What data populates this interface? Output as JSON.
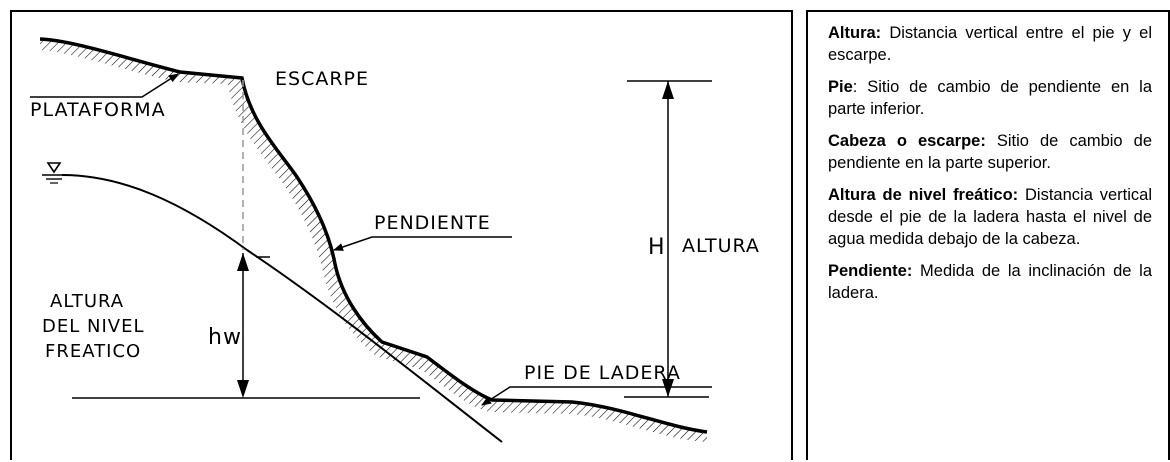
{
  "diagram": {
    "labels": {
      "escarpe": "ESCARPE",
      "plataforma": "PLATAFORMA",
      "pendiente": "PENDIENTE",
      "h": "H",
      "altura": "ALTURA",
      "altura_nivel_1": "ALTURA",
      "altura_nivel_2": "DEL NIVEL",
      "altura_nivel_3": "FREATICO",
      "hw": "hw",
      "pie_de_ladera": "PIE DE LADERA"
    }
  },
  "legend": [
    {
      "term": "Altura:",
      "text": " Distancia vertical entre el pie y el escarpe."
    },
    {
      "term": "Pie",
      "text": ": Sitio de cambio de pendiente en la parte inferior."
    },
    {
      "term": "Cabeza o escarpe:",
      "text": " Sitio de cambio de pendiente en la parte superior."
    },
    {
      "term": "Altura de nivel freático:",
      "text": " Distancia vertical desde el pie de la ladera hasta el nivel de agua medida debajo de la cabeza."
    },
    {
      "term": "Pendiente:",
      "text": " Medida de la inclinación de la ladera."
    }
  ]
}
